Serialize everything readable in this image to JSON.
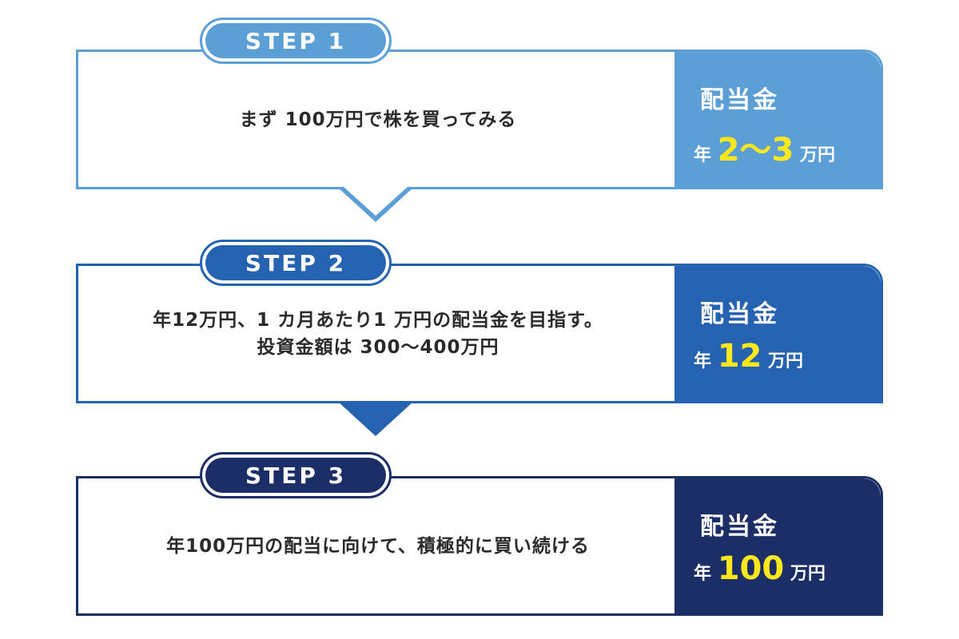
{
  "steps": [
    {
      "badge": "STEP 1",
      "lines": [
        "まず 100万円で株を買ってみる"
      ],
      "dividend_label": "配当金",
      "amount_prefix": "年",
      "amount_value": "2～3",
      "amount_unit": "万円",
      "color": "#5b9fd6"
    },
    {
      "badge": "STEP 2",
      "lines": [
        "年12万円、1 カ月あたり1 万円の配当金を目指す。",
        "投資金額は 300～400万円"
      ],
      "dividend_label": "配当金",
      "amount_prefix": "年",
      "amount_value": "12",
      "amount_unit": "万円",
      "color": "#2563b0"
    },
    {
      "badge": "STEP 3",
      "lines": [
        "年100万円の配当に向けて、積極的に買い続ける"
      ],
      "dividend_label": "配当金",
      "amount_prefix": "年",
      "amount_value": "100",
      "amount_unit": "万円",
      "color": "#1b2e66"
    }
  ],
  "colors": {
    "amount_highlight": "#ffe81a",
    "text": "#2a2a2a"
  }
}
